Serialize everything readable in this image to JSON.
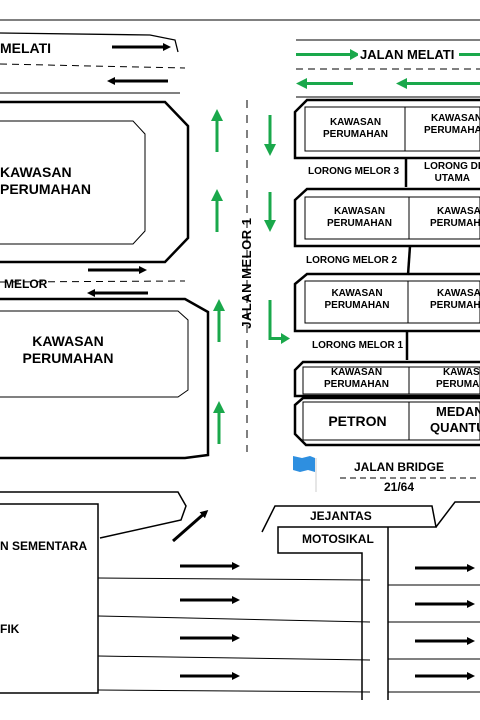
{
  "roads": {
    "jalan_melati_left": "MELATI",
    "jalan_melati_right": "JALAN MELATI",
    "jalan_melor_left": "MELOR",
    "jalan_melor_1": "JALAN MELOR 1",
    "lorong_melor_3": "LORONG MELOR 3",
    "lorong_melor_2": "LORONG MELOR 2",
    "lorong_melor_1": "LORONG MELOR 1",
    "lorong_utama_line1": "LORONG DI",
    "lorong_utama_line2": "UTAMA",
    "jalan_bridge": "JALAN BRIDGE",
    "bridge_code": "21/64"
  },
  "areas": {
    "left_top_line1": "KAWASAN",
    "left_top_line2": "PERUMAHAN",
    "left_mid_line1": "KAWASAN",
    "left_mid_line2": "PERUMAHAN",
    "block1_a_line1": "KAWASAN",
    "block1_a_line2": "PERUMAHAN",
    "block1_b_line1": "KAWASAN",
    "block1_b_line2": "PERUMAHAN",
    "block2_a_line1": "KAWASAN",
    "block2_a_line2": "PERUMAHAN",
    "block2_b_line1": "KAWASAN",
    "block2_b_line2": "PERUMAHAN",
    "block3_a_line1": "KAWASAN",
    "block3_a_line2": "PERUMAHAN",
    "block3_b_line1": "KAWASAN",
    "block3_b_line2": "PERUMAHAN",
    "block4_a_line1": "KAWASAN",
    "block4_a_line2": "PERUMAHAN",
    "block4_b_line1": "KAWASAN",
    "block4_b_line2": "PERUMAHAN",
    "petron": "PETRON",
    "medan_line1": "MEDAN",
    "medan_line2": "QUANTUM",
    "sementara": "N SEMENTARA",
    "fik": "FIK",
    "jejantas": "JEJANTAS",
    "motosikal": "MOTOSIKAL"
  },
  "colors": {
    "arrow_green": "#1aa84b",
    "arrow_black": "#000000",
    "marker_blue": "#2e8fe0",
    "outline": "#000000"
  }
}
